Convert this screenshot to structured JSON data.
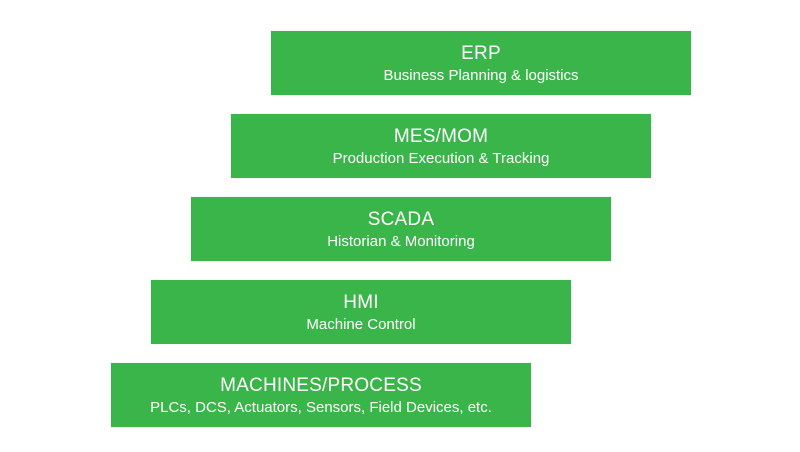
{
  "colors": {
    "block_fill": "#3ab54a",
    "text": "#ffffff",
    "background": "#ffffff"
  },
  "levels": [
    {
      "title": "ERP",
      "subtitle": "Business Planning & logistics"
    },
    {
      "title": "MES/MOM",
      "subtitle": "Production Execution & Tracking"
    },
    {
      "title": "SCADA",
      "subtitle": "Historian & Monitoring"
    },
    {
      "title": "HMI",
      "subtitle": "Machine Control"
    },
    {
      "title": "MACHINES/PROCESS",
      "subtitle": "PLCs, DCS, Actuators, Sensors, Field Devices, etc."
    }
  ]
}
